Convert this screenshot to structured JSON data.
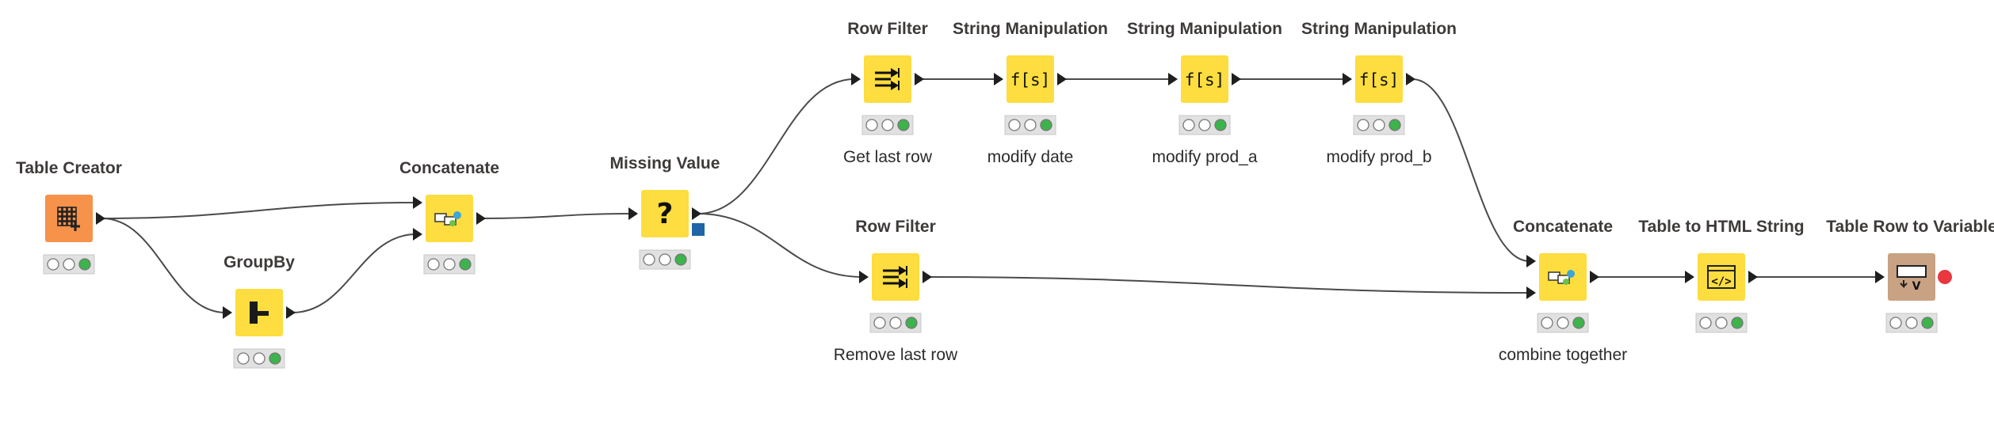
{
  "workflow": {
    "nodes": {
      "table_creator": {
        "title": "Table Creator",
        "comment": "",
        "color": "#f6924a",
        "icon": "table-grid-plus-icon",
        "status": "executed"
      },
      "groupby": {
        "title": "GroupBy",
        "comment": "",
        "color": "#fddd3f",
        "icon": "groupby-icon",
        "status": "executed"
      },
      "concatenate_1": {
        "title": "Concatenate",
        "comment": "",
        "color": "#fddd3f",
        "icon": "concatenate-icon",
        "status": "executed"
      },
      "missing_value": {
        "title": "Missing Value",
        "comment": "",
        "color": "#fddd3f",
        "icon": "question-mark-icon",
        "status": "executed"
      },
      "row_filter_1": {
        "title": "Row Filter",
        "comment": "Get last row",
        "color": "#fddd3f",
        "icon": "row-filter-icon",
        "status": "executed"
      },
      "string_manip_1": {
        "title": "String Manipulation",
        "comment": "modify date",
        "color": "#fddd3f",
        "icon": "string-function-icon",
        "status": "executed"
      },
      "string_manip_2": {
        "title": "String Manipulation",
        "comment": "modify prod_a",
        "color": "#fddd3f",
        "icon": "string-function-icon",
        "status": "executed"
      },
      "string_manip_3": {
        "title": "String Manipulation",
        "comment": "modify prod_b",
        "color": "#fddd3f",
        "icon": "string-function-icon",
        "status": "executed"
      },
      "row_filter_2": {
        "title": "Row Filter",
        "comment": "Remove last row",
        "color": "#fddd3f",
        "icon": "row-filter-icon",
        "status": "executed"
      },
      "concatenate_2": {
        "title": "Concatenate",
        "comment": "combine together",
        "color": "#fddd3f",
        "icon": "concatenate-icon",
        "status": "executed"
      },
      "table_to_html": {
        "title": "Table to HTML String",
        "comment": "",
        "color": "#fddd3f",
        "icon": "html-code-icon",
        "status": "executed"
      },
      "table_row_to_var": {
        "title": "Table Row to Variable",
        "comment": "",
        "color": "#c8a283",
        "icon": "row-to-variable-icon",
        "status": "executed"
      }
    },
    "connections": [
      [
        "table_creator",
        "concatenate_1"
      ],
      [
        "table_creator",
        "groupby"
      ],
      [
        "groupby",
        "concatenate_1"
      ],
      [
        "concatenate_1",
        "missing_value"
      ],
      [
        "missing_value",
        "row_filter_1"
      ],
      [
        "missing_value",
        "row_filter_2"
      ],
      [
        "row_filter_1",
        "string_manip_1"
      ],
      [
        "string_manip_1",
        "string_manip_2"
      ],
      [
        "string_manip_2",
        "string_manip_3"
      ],
      [
        "string_manip_3",
        "concatenate_2"
      ],
      [
        "row_filter_2",
        "concatenate_2"
      ],
      [
        "concatenate_2",
        "table_to_html"
      ],
      [
        "table_to_html",
        "table_row_to_var"
      ]
    ],
    "colors": {
      "edge": "#4a4a4a",
      "port": "#1f1f1f",
      "status_bg": "#e1e1e1",
      "status_ok": "#3cb44b",
      "flow_var_port": "#1f65a8",
      "variable_port": "#e8373e"
    }
  }
}
